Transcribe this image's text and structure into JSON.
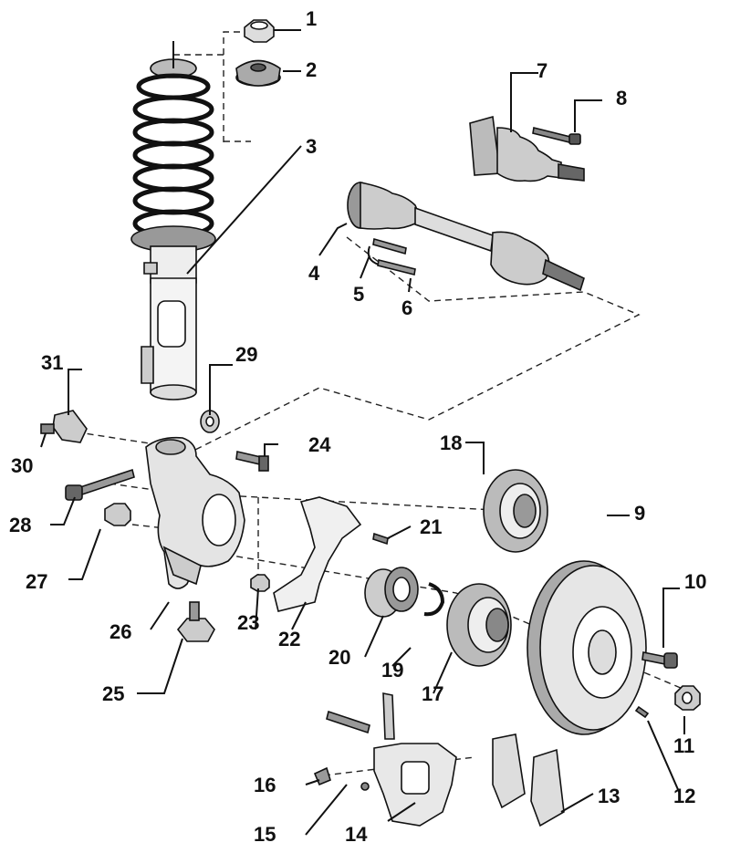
{
  "diagram": {
    "labels": {
      "n1": "1",
      "n2": "2",
      "n3": "3",
      "n4": "4",
      "n5": "5",
      "n6": "6",
      "n7": "7",
      "n8": "8",
      "n9": "9",
      "n10": "10",
      "n11": "11",
      "n12": "12",
      "n13": "13",
      "n14": "14",
      "n15": "15",
      "n16": "16",
      "n17": "17",
      "n18": "18",
      "n19": "19",
      "n20": "20",
      "n21": "21",
      "n22": "22",
      "n23": "23",
      "n24": "24",
      "n25": "25",
      "n26": "26",
      "n27": "27",
      "n28": "28",
      "n29": "29",
      "n30": "30",
      "n31": "31"
    }
  }
}
